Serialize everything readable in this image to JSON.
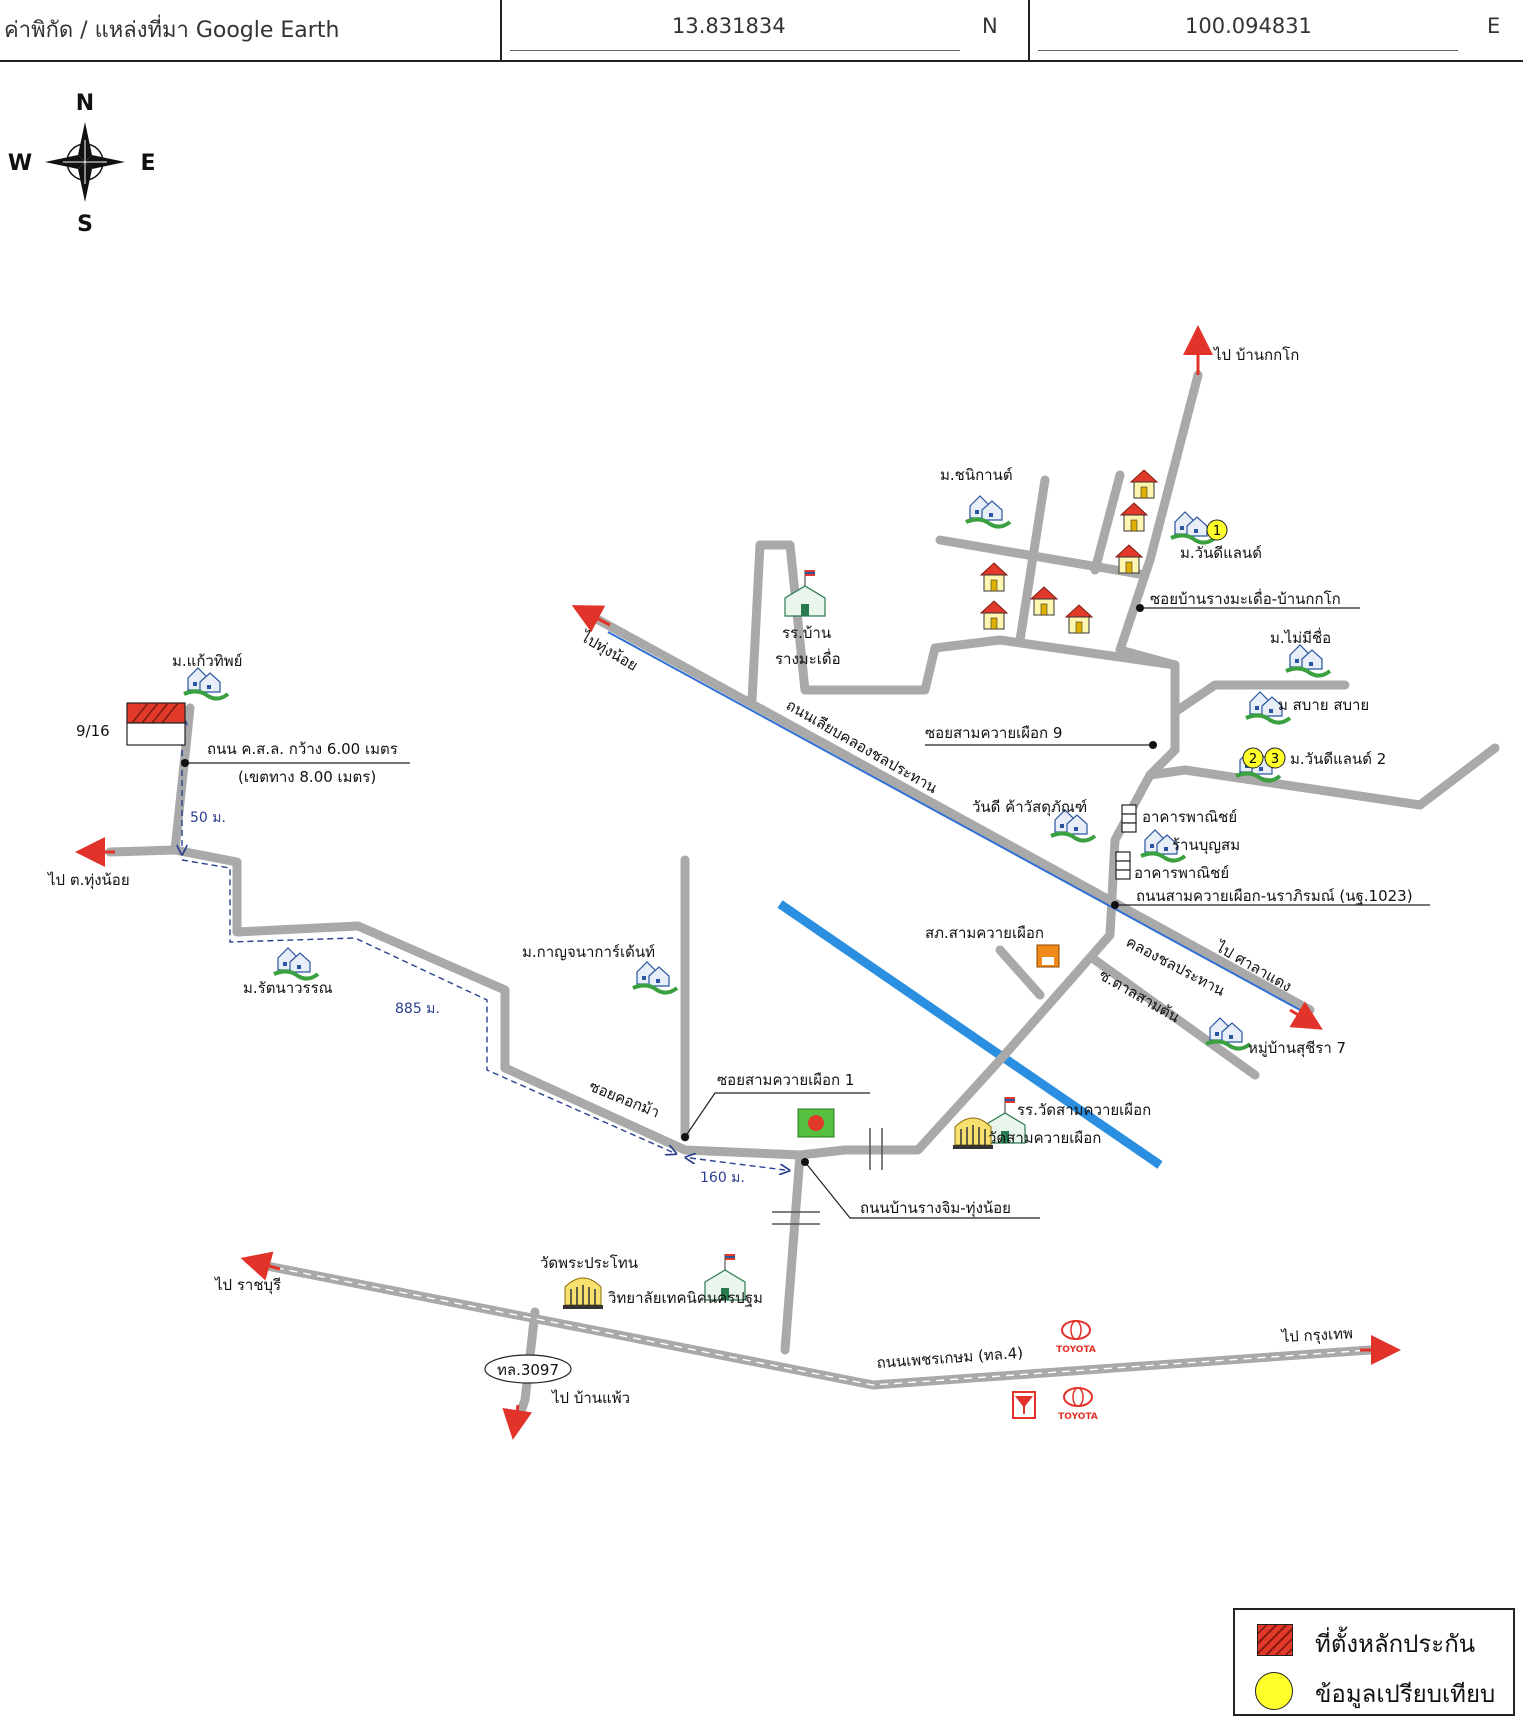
{
  "header": {
    "source_label": "ค่าพิกัด / แหล่งที่มา Google Earth",
    "latitude": "13.831834",
    "lat_dir": "N",
    "longitude": "100.094831",
    "lon_dir": "E"
  },
  "compass": {
    "n": "N",
    "s": "S",
    "e": "E",
    "w": "W"
  },
  "labels": {
    "to_ban_kok_ko": "ไป บ้านกกโก",
    "m_chanikan": "ม.ชนิกานต์",
    "m_wandee_land": "ม.วันดีแลนด์",
    "soi_rang_mae_khuea": "ซอยบ้านรางมะเดื่อ-บ้านกกโก",
    "school_rang_line1": "รร.บ้าน",
    "school_rang_line2": "รางมะเดื่อ",
    "to_thung_noi_nw": "ไปทุ่งน้อย",
    "m_mai_mee_chue": "ม.ไม่มีชื่อ",
    "m_sabai": "ม สบาย สบาย",
    "soi_sam_khwai_9": "ซอยสามควายเผือก 9",
    "m_wandee_land_2": "ม.วันดีแลนด์ 2",
    "canal_road": "ถนนเลียบคลองชลประทาน",
    "wandee_vet": "วันดี ค้าวัสดุภัณฑ์",
    "commercial_1": "อาคารพาณิชย์",
    "ban_boonsom": "ร้านบุญสม",
    "commercial_2": "อาคารพาณิชย์",
    "road_sam_khwai": "ถนนสามควายเผือก-นราภิรมณ์ (นฐ.1023)",
    "m_kaew_thip": "ม.แก้วทิพย์",
    "lot_no": "9/16",
    "road_width": "ถนน ค.ส.ล. กว้าง 6.00 เมตร",
    "road_reserve": "(เขตทาง 8.00 เมตร)",
    "dist_50": "50 ม.",
    "to_t_thung_noi": "ไป ต.ทุ่งน้อย",
    "police": "สภ.สามควายเผือก",
    "canal": "คลองชลประทาน",
    "to_sala_daeng": "ไป ศาลาแดง",
    "soi_tan_sam_ton": "ซ.ตาลสามต้น",
    "m_sucheera_7": "หมู่บ้านสุชีรา 7",
    "m_rattanawan": "ม.รัตนาวรรณ",
    "dist_885": "885 ม.",
    "m_kanchana": "ม.กาญจนาการ์เด้นท์",
    "soi_sam_khwai_1": "ซอยสามควายเผือก 1",
    "soi_khok_ma": "ซอยคอกม้า",
    "school_wat_sam": "รร.วัดสามควายเผือก",
    "wat_sam": "วัดสามควายเผือก",
    "dist_160": "160 ม.",
    "road_rang_chim": "ถนนบ้านรางจิม-ทุ่งน้อย",
    "wat_phra_prathon": "วัดพระประโทน",
    "to_ratchaburi": "ไป ราชบุรี",
    "tech_college": "วิทยาลัยเทคนิคนครปฐม",
    "phetkasem": "ถนนเพชรเกษม (ทล.4)",
    "to_bangkok": "ไป กรุงเทพ",
    "route_3097": "ทล.3097",
    "to_ban_phaeo": "ไป บ้านแพ้ว",
    "toyota_1": "TOYOTA",
    "toyota_2": "TOYOTA",
    "marker_1": "1",
    "marker_2": "2",
    "marker_3": "3"
  },
  "legend": {
    "collateral": "ที่ตั้งหลักประกัน",
    "comparison": "ข้อมูลเปรียบเทียบ"
  },
  "colors": {
    "road": "#a9a9a9",
    "road_edge": "#8c8c8c",
    "canal_thin": "#2f6fd6",
    "canal_wide": "#2a8fe0",
    "collateral": "#e23a2a",
    "comparison": "#ffff2a",
    "arrow": "#e2332a",
    "dashed": "#2a3f8f"
  }
}
